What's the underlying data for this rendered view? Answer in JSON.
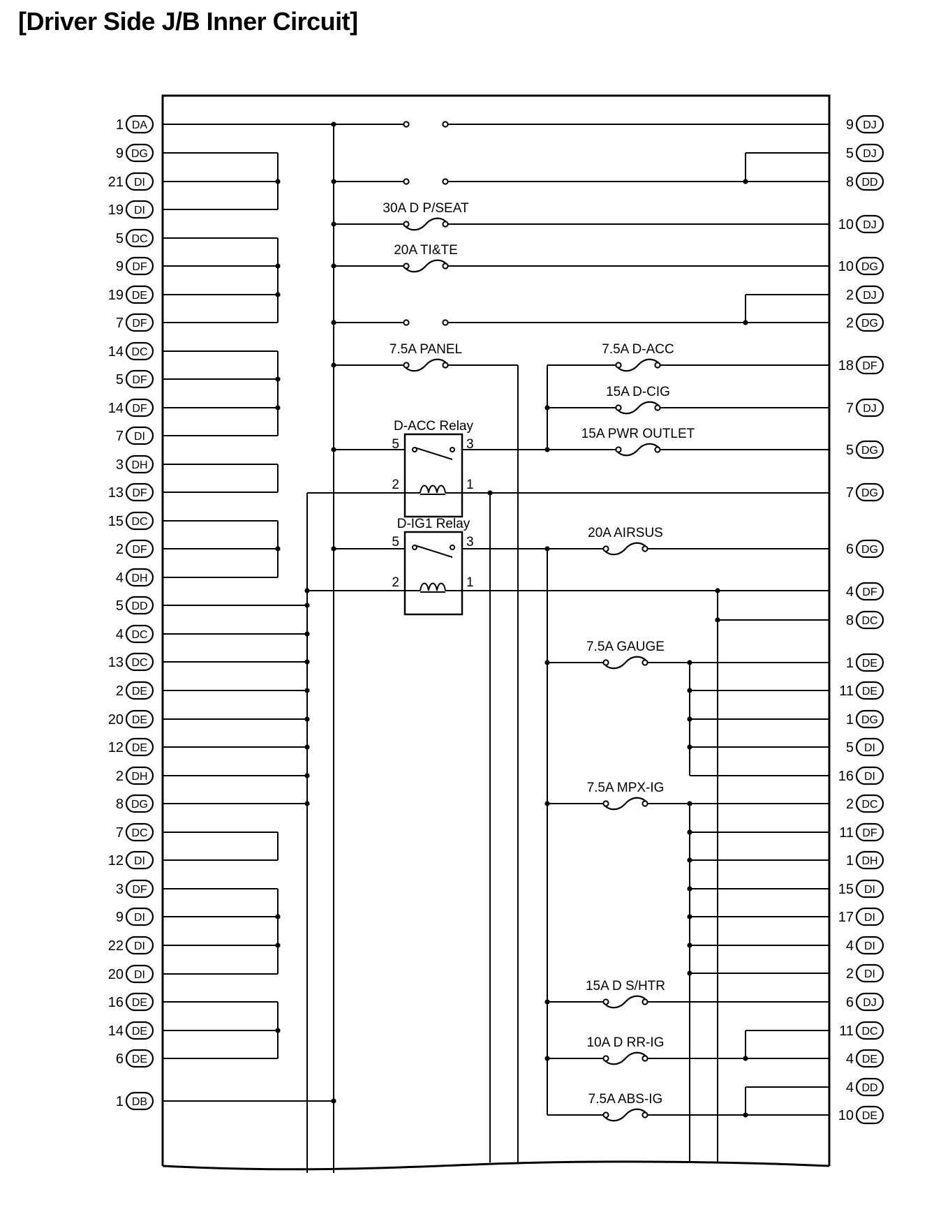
{
  "title": "[Driver Side J/B Inner Circuit]",
  "left_connectors": [
    {
      "pin": "1",
      "conn": "DA"
    },
    {
      "pin": "9",
      "conn": "DG"
    },
    {
      "pin": "21",
      "conn": "DI"
    },
    {
      "pin": "19",
      "conn": "DI"
    },
    {
      "pin": "5",
      "conn": "DC"
    },
    {
      "pin": "9",
      "conn": "DF"
    },
    {
      "pin": "19",
      "conn": "DE"
    },
    {
      "pin": "7",
      "conn": "DF"
    },
    {
      "pin": "14",
      "conn": "DC"
    },
    {
      "pin": "5",
      "conn": "DF"
    },
    {
      "pin": "14",
      "conn": "DF"
    },
    {
      "pin": "7",
      "conn": "DI"
    },
    {
      "pin": "3",
      "conn": "DH"
    },
    {
      "pin": "13",
      "conn": "DF"
    },
    {
      "pin": "15",
      "conn": "DC"
    },
    {
      "pin": "2",
      "conn": "DF"
    },
    {
      "pin": "4",
      "conn": "DH"
    },
    {
      "pin": "5",
      "conn": "DD"
    },
    {
      "pin": "4",
      "conn": "DC"
    },
    {
      "pin": "13",
      "conn": "DC"
    },
    {
      "pin": "2",
      "conn": "DE"
    },
    {
      "pin": "20",
      "conn": "DE"
    },
    {
      "pin": "12",
      "conn": "DE"
    },
    {
      "pin": "2",
      "conn": "DH"
    },
    {
      "pin": "8",
      "conn": "DG"
    },
    {
      "pin": "7",
      "conn": "DC"
    },
    {
      "pin": "12",
      "conn": "DI"
    },
    {
      "pin": "3",
      "conn": "DF"
    },
    {
      "pin": "9",
      "conn": "DI"
    },
    {
      "pin": "22",
      "conn": "DI"
    },
    {
      "pin": "20",
      "conn": "DI"
    },
    {
      "pin": "16",
      "conn": "DE"
    },
    {
      "pin": "14",
      "conn": "DE"
    },
    {
      "pin": "6",
      "conn": "DE"
    },
    {
      "pin": "1",
      "conn": "DB"
    }
  ],
  "right_connectors": [
    {
      "pin": "9",
      "conn": "DJ"
    },
    {
      "pin": "5",
      "conn": "DJ"
    },
    {
      "pin": "8",
      "conn": "DD"
    },
    {
      "pin": "10",
      "conn": "DJ"
    },
    {
      "pin": "10",
      "conn": "DG"
    },
    {
      "pin": "2",
      "conn": "DJ"
    },
    {
      "pin": "2",
      "conn": "DG"
    },
    {
      "pin": "18",
      "conn": "DF"
    },
    {
      "pin": "7",
      "conn": "DJ"
    },
    {
      "pin": "5",
      "conn": "DG"
    },
    {
      "pin": "7",
      "conn": "DG"
    },
    {
      "pin": "6",
      "conn": "DG"
    },
    {
      "pin": "4",
      "conn": "DF"
    },
    {
      "pin": "8",
      "conn": "DC"
    },
    {
      "pin": "1",
      "conn": "DE"
    },
    {
      "pin": "11",
      "conn": "DE"
    },
    {
      "pin": "1",
      "conn": "DG"
    },
    {
      "pin": "5",
      "conn": "DI"
    },
    {
      "pin": "16",
      "conn": "DI"
    },
    {
      "pin": "2",
      "conn": "DC"
    },
    {
      "pin": "11",
      "conn": "DF"
    },
    {
      "pin": "1",
      "conn": "DH"
    },
    {
      "pin": "15",
      "conn": "DI"
    },
    {
      "pin": "17",
      "conn": "DI"
    },
    {
      "pin": "4",
      "conn": "DI"
    },
    {
      "pin": "2",
      "conn": "DI"
    },
    {
      "pin": "6",
      "conn": "DJ"
    },
    {
      "pin": "11",
      "conn": "DC"
    },
    {
      "pin": "4",
      "conn": "DE"
    },
    {
      "pin": "4",
      "conn": "DD"
    },
    {
      "pin": "10",
      "conn": "DE"
    }
  ],
  "fuses": [
    "30A D P/SEAT",
    "20A TI&TE",
    "7.5A PANEL",
    "7.5A D-ACC",
    "15A D-CIG",
    "15A PWR OUTLET",
    "20A AIRSUS",
    "7.5A GAUGE",
    "7.5A MPX-IG",
    "15A D S/HTR",
    "10A D RR-IG",
    "7.5A ABS-IG"
  ],
  "relays": [
    {
      "name": "D-ACC Relay",
      "pins": [
        "5",
        "3",
        "2",
        "1"
      ]
    },
    {
      "name": "D-IG1 Relay",
      "pins": [
        "5",
        "3",
        "2",
        "1"
      ]
    }
  ]
}
